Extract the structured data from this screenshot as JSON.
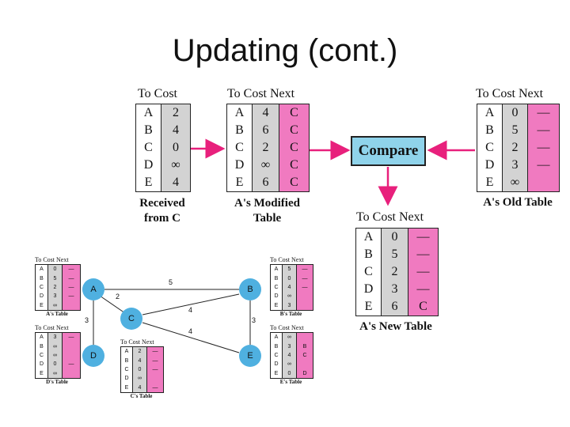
{
  "title": "Updating (cont.)",
  "received": {
    "header": "To  Cost",
    "to": [
      "A",
      "B",
      "C",
      "D",
      "E"
    ],
    "cost": [
      "2",
      "4",
      "0",
      "∞",
      "4"
    ],
    "caption_line1": "Received",
    "caption_line2": "from C"
  },
  "modified": {
    "header": "To  Cost Next",
    "to": [
      "A",
      "B",
      "C",
      "D",
      "E"
    ],
    "cost": [
      "4",
      "6",
      "2",
      "∞",
      "6"
    ],
    "next": [
      "C",
      "C",
      "C",
      "C",
      "C"
    ],
    "caption_line1": "A's Modified",
    "caption_line2": "Table"
  },
  "compare_label": "Compare",
  "old": {
    "header": "To  Cost Next",
    "to": [
      "A",
      "B",
      "C",
      "D",
      "E"
    ],
    "cost": [
      "0",
      "5",
      "2",
      "3",
      "∞"
    ],
    "next": [
      "—",
      "—",
      "—",
      "—",
      ""
    ],
    "caption": "A's Old Table"
  },
  "new": {
    "header": "To  Cost Next",
    "to": [
      "A",
      "B",
      "C",
      "D",
      "E"
    ],
    "cost": [
      "0",
      "5",
      "2",
      "3",
      "6"
    ],
    "next": [
      "—",
      "—",
      "—",
      "—",
      "C"
    ],
    "caption": "A's New Table"
  },
  "network": {
    "nodes": [
      "A",
      "B",
      "C",
      "D",
      "E"
    ],
    "edge_labels": [
      "5",
      "2",
      "4",
      "3",
      "3",
      "4"
    ],
    "tables": {
      "a": {
        "header": "To  Cost Next",
        "to": [
          "A",
          "B",
          "C",
          "D",
          "E"
        ],
        "cost": [
          "0",
          "5",
          "2",
          "3",
          "∞"
        ],
        "next": [
          "—",
          "—",
          "—",
          "—",
          ""
        ],
        "caption": "A's Table"
      },
      "b": {
        "header": "To  Cost Next",
        "to": [
          "A",
          "B",
          "C",
          "D",
          "E"
        ],
        "cost": [
          "5",
          "0",
          "4",
          "∞",
          "3"
        ],
        "next": [
          "—",
          "—",
          "—",
          "",
          ""
        ],
        "caption": "B's Table"
      },
      "c": {
        "header": "To  Cost Next",
        "to": [
          "A",
          "B",
          "C",
          "D",
          "E"
        ],
        "cost": [
          "2",
          "4",
          "0",
          "∞",
          "4"
        ],
        "next": [
          "—",
          "—",
          "—",
          "",
          "—"
        ],
        "caption": "C's Table"
      },
      "d": {
        "header": "To  Cost Next",
        "to": [
          "A",
          "B",
          "C",
          "D",
          "E"
        ],
        "cost": [
          "3",
          "∞",
          "∞",
          "0",
          "∞"
        ],
        "next": [
          "—",
          "",
          "",
          "—",
          ""
        ],
        "caption": "D's Table"
      },
      "e": {
        "header": "To  Cost Next",
        "to": [
          "A",
          "B",
          "C",
          "D",
          "E"
        ],
        "cost": [
          "∞",
          "3",
          "4",
          "∞",
          "0"
        ],
        "next": [
          "",
          "B",
          "C",
          "",
          "D"
        ],
        "caption": "E's Table"
      }
    }
  },
  "colors": {
    "gray": "#d3d3d3",
    "pink": "#f07ac0",
    "node": "#4fb0e0",
    "compare": "#8fd3ea",
    "arrow": "#e8207c"
  }
}
